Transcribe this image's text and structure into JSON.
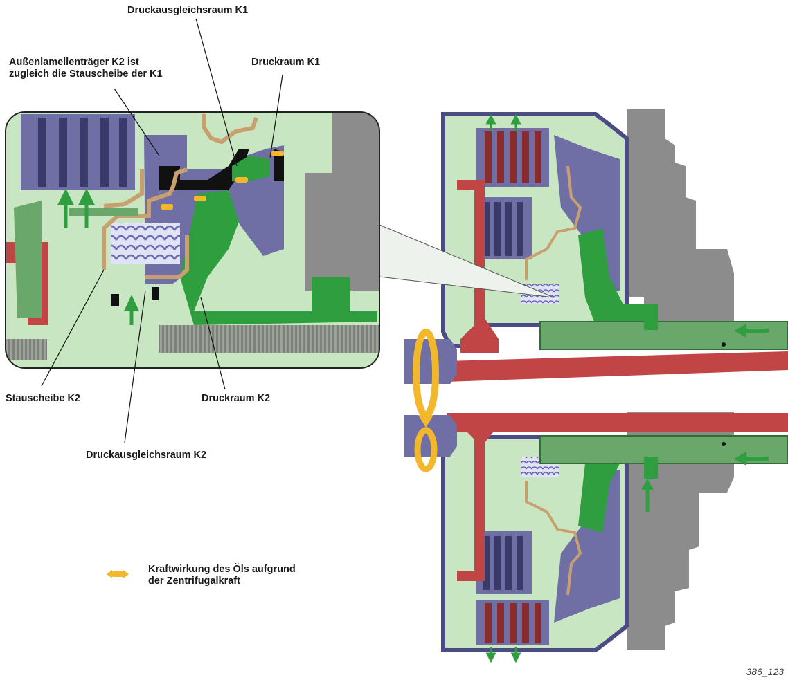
{
  "labels": {
    "druckausgleichsraum_k1": "Druckausgleichsraum K1",
    "aussenlamellentraeger_line1": "Außenlamellenträger K2 ist",
    "aussenlamellentraeger_line2": "zugleich die Stauscheibe der K1",
    "druckraum_k1": "Druckraum K1",
    "stauscheibe_k2": "Stauscheibe K2",
    "druckraum_k2": "Druckraum K2",
    "druckausgleichsraum_k2": "Druckausgleichsraum K2"
  },
  "legend": {
    "line1": "Kraftwirkung des Öls aufgrund",
    "line2": "der Zentrifugalkraft",
    "icon": "double-arrow-icon"
  },
  "figure_number": "386_123",
  "colors": {
    "oil_green": "#c9e6c3",
    "pressure_green": "#2f9e3f",
    "steel_blue": "#6f6fa6",
    "steel_blue_dark": "#4b4b86",
    "housing_grey": "#8c8c8c",
    "shaft_red": "#c24545",
    "copper": "#c8a070",
    "arrow_yellow": "#f2b72a",
    "outline": "#1a1a1a"
  }
}
